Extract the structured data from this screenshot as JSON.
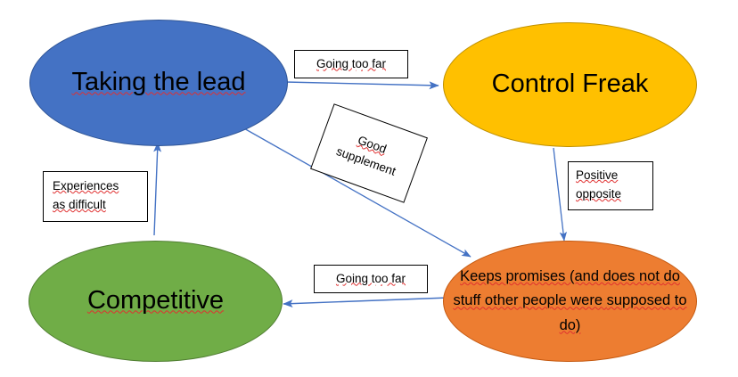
{
  "diagram": {
    "title": "Taking the lead / Control Freak / Competitive / Keeps promises relationship map",
    "background_color": "#ffffff",
    "arrow_color": "#4472C4",
    "spellcheck_underline_color": "#e03030"
  },
  "nodes": [
    {
      "id": "taking-the-lead",
      "label": "Taking the lead",
      "fill": "#4472C4",
      "stroke": "#2f5597",
      "spellcheck": true
    },
    {
      "id": "control-freak",
      "label": "Control Freak",
      "fill": "#FFC000",
      "stroke": "#bf9000",
      "spellcheck": false
    },
    {
      "id": "competitive",
      "label": "Competitive",
      "fill": "#70AD47",
      "stroke": "#507e32",
      "spellcheck": true
    },
    {
      "id": "keeps-promises",
      "label": "Keeps promises (and does not do stuff other people were supposed to do)",
      "lines": [
        "Keeps promises (and does not",
        "do stuff other people were",
        "supposed to do)"
      ],
      "fill": "#ED7D31",
      "stroke": "#c55a11",
      "spellcheck": true
    }
  ],
  "edges": [
    {
      "id": "taking-the-lead-to-control-freak",
      "from": "taking-the-lead",
      "to": "control-freak",
      "label": "Going too far"
    },
    {
      "id": "taking-the-lead-to-keeps-promises",
      "from": "taking-the-lead",
      "to": "keeps-promises",
      "label": "Good supplement",
      "label_lines": [
        "Good",
        "supplement"
      ]
    },
    {
      "id": "control-freak-to-keeps-promises",
      "from": "control-freak",
      "to": "keeps-promises",
      "label": "Positive opposite",
      "label_lines": [
        "Positive",
        "opposite"
      ]
    },
    {
      "id": "competitive-to-taking-the-lead",
      "from": "competitive",
      "to": "taking-the-lead",
      "label": "Experiences as difficult",
      "label_lines": [
        "Experiences",
        "as difficult"
      ]
    },
    {
      "id": "keeps-promises-to-competitive",
      "from": "keeps-promises",
      "to": "competitive",
      "label": "Going too far"
    }
  ]
}
